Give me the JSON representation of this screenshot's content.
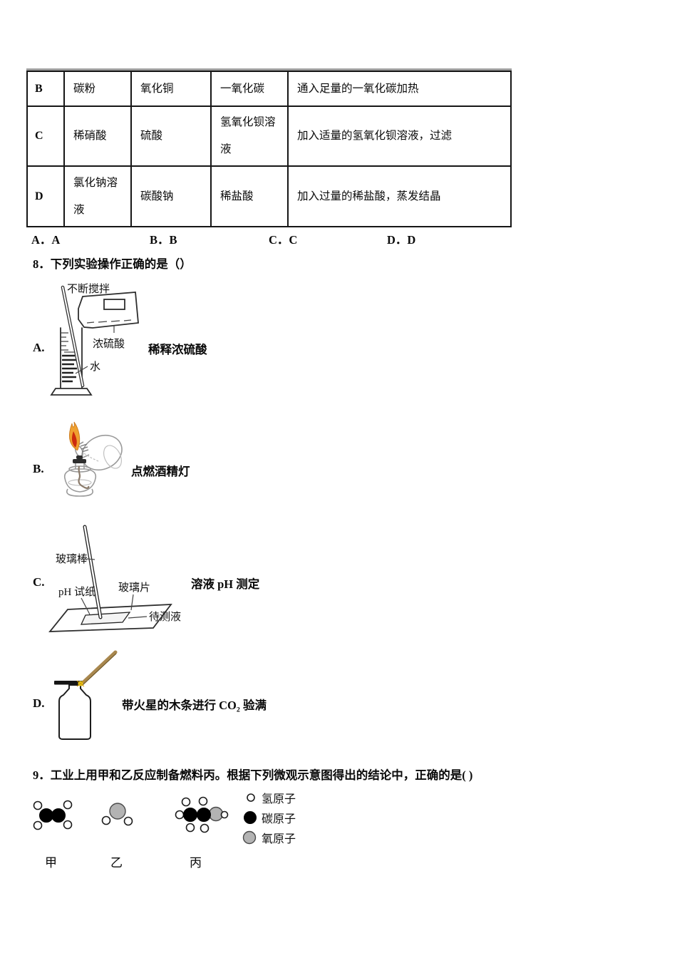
{
  "table": {
    "rows": [
      {
        "key": "B",
        "cells": [
          "碳粉",
          "氧化铜",
          "一氧化碳",
          "通入足量的一氧化碳加热"
        ]
      },
      {
        "key": "C",
        "cells": [
          "稀硝酸",
          "硫酸",
          "氢氧化钡溶液",
          "加入适量的氢氧化钡溶液，过滤"
        ]
      },
      {
        "key": "D",
        "cells": [
          "氯化钠溶液",
          "碳酸钠",
          "稀盐酸",
          "加入过量的稀盐酸，蒸发结晶"
        ]
      }
    ]
  },
  "answer_options": [
    "A．A",
    "B．B",
    "C．C",
    "D．D"
  ],
  "q8": {
    "title": "8．下列实验操作正确的是（）",
    "a": {
      "label": "A.",
      "caption": "稀释浓硫酸",
      "stir": "不断搅拌",
      "acid": "浓硫酸",
      "water": "水"
    },
    "b": {
      "label": "B.",
      "caption": "点燃酒精灯"
    },
    "c": {
      "label": "C.",
      "caption": "溶液 pH 测定",
      "rod": "玻璃棒",
      "paper": "pH 试纸",
      "slide": "玻璃片",
      "liquid": "待测液"
    },
    "d": {
      "label": "D.",
      "caption": "带火星的木条进行 CO₂ 验满"
    }
  },
  "q9": {
    "title": "9．工业上用甲和乙反应制备燃料丙。根据下列微观示意图得出的结论中，正确的是( )",
    "molecule_labels": [
      "甲",
      "乙",
      "丙"
    ],
    "legend": [
      "氢原子",
      "碳原子",
      "氧原子"
    ]
  },
  "colors": {
    "ink": "#000000",
    "atom_gray": "#b3b3b3",
    "flame_outer": "#efa02f",
    "flame_inner": "#cc2b0e",
    "wood": "#a8874e",
    "glow": "#e6c71f"
  }
}
